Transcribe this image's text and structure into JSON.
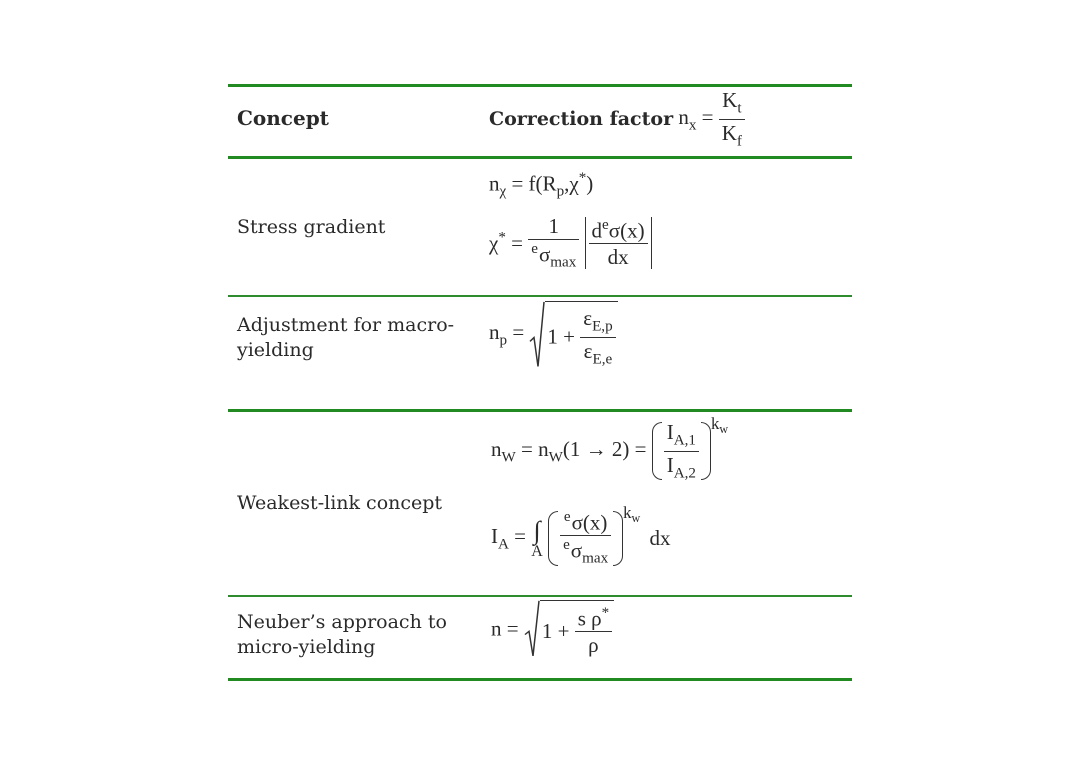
{
  "table": {
    "header": {
      "concept": "Concept",
      "factor_label": "Correction factor",
      "factor_formula": {
        "lhs": "n",
        "lhs_sub": "x",
        "eq": "=",
        "num": "K",
        "num_sub": "t",
        "den": "K",
        "den_sub": "f"
      }
    },
    "rows": [
      {
        "concept": "Stress gradient",
        "f1": {
          "lhs": "n",
          "lhs_sub": "χ",
          "rhs": "= f(R",
          "rhs_sub": "p",
          "rhs_tail": ",χ",
          "tail_sup": "*",
          "close": ")"
        },
        "f2": {
          "lhs": "χ",
          "lhs_sup": "*",
          "eq": "=",
          "num": "1",
          "den_pre": "e",
          "den": "σ",
          "den_sub": "max",
          "bnum_a": "d",
          "bnum_sup": "e",
          "bnum_b": "σ(x)",
          "bden": "dx"
        }
      },
      {
        "concept": "Adjustment for macro-yielding",
        "f1": {
          "lhs": "n",
          "lhs_sub": "p",
          "eq": "=",
          "one": "1 +",
          "num": "ε",
          "num_sub": "E,p",
          "den": "ε",
          "den_sub": "E,e"
        }
      },
      {
        "concept": "Weakest-link concept",
        "f1": {
          "lhs": "n",
          "lhs_sub": "W",
          "eq1": "= n",
          "mid_sub": "W",
          "mid": "(1 → 2) =",
          "num": "I",
          "num_sub": "A,1",
          "den": "I",
          "den_sub": "A,2",
          "exp": "k",
          "exp_sub": "w"
        },
        "f2": {
          "lhs": "I",
          "lhs_sub": "A",
          "eq": "=",
          "int": "∫",
          "int_sub": "A",
          "num_pre": "e",
          "num": "σ(x)",
          "den_pre": "e",
          "den": "σ",
          "den_sub": "max",
          "exp": "k",
          "exp_sub": "w",
          "tail": "dx"
        }
      },
      {
        "concept": "Neuber’s approach to micro-yielding",
        "f1": {
          "lhs": "n",
          "eq": "=",
          "one": "1 +",
          "num": "s ρ",
          "num_sup": "*",
          "den": "ρ"
        }
      }
    ]
  }
}
